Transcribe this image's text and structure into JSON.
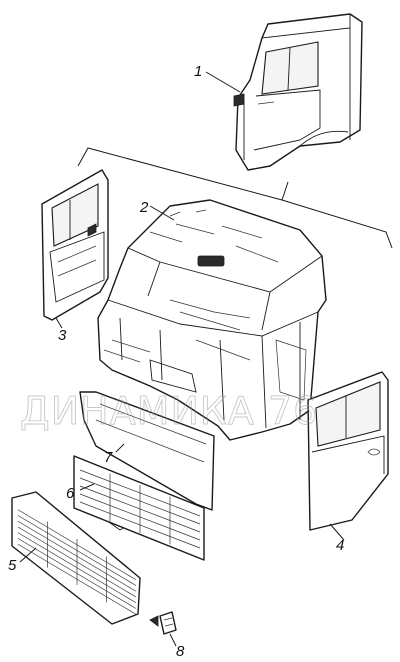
{
  "callouts": [
    {
      "id": "1",
      "label": "1"
    },
    {
      "id": "2",
      "label": "2"
    },
    {
      "id": "3",
      "label": "3"
    },
    {
      "id": "4",
      "label": "4"
    },
    {
      "id": "5",
      "label": "5"
    },
    {
      "id": "6",
      "label": "6"
    },
    {
      "id": "7",
      "label": "7"
    },
    {
      "id": "8",
      "label": "8"
    }
  ],
  "watermark": "ДИНАМИКА 76"
}
